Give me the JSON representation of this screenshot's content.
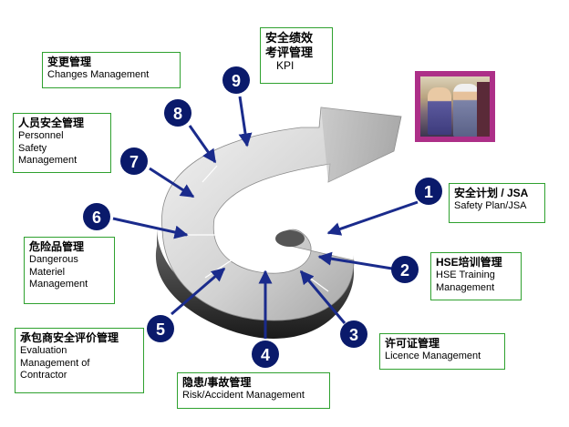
{
  "steps": [
    {
      "num": "1",
      "cn": "安全计划 / JSA",
      "en": "Safety Plan/JSA"
    },
    {
      "num": "2",
      "cn": "HSE培训管理",
      "en": "HSE Training Management"
    },
    {
      "num": "3",
      "cn": "许可证管理",
      "en": "Licence Management"
    },
    {
      "num": "4",
      "cn": "隐患/事故管理",
      "en": "Risk/Accident Management"
    },
    {
      "num": "5",
      "cn": "承包商安全评价管理",
      "en": "Evaluation Management of Contractor"
    },
    {
      "num": "6",
      "cn": "危险品管理",
      "en": "Dangerous Materiel Management"
    },
    {
      "num": "7",
      "cn": "人员安全管理",
      "en": "Personnel Safety Management"
    },
    {
      "num": "8",
      "cn": "变更管理",
      "en": "Changes Management"
    },
    {
      "num": "9",
      "cn": "安全绩效考评管理",
      "en": "KPI"
    }
  ],
  "colors": {
    "badge": "#0a1a6b",
    "arrow": "#1a2b8c",
    "box_border": "#2fa12f"
  },
  "photo_icon": "workers-photo-icon"
}
